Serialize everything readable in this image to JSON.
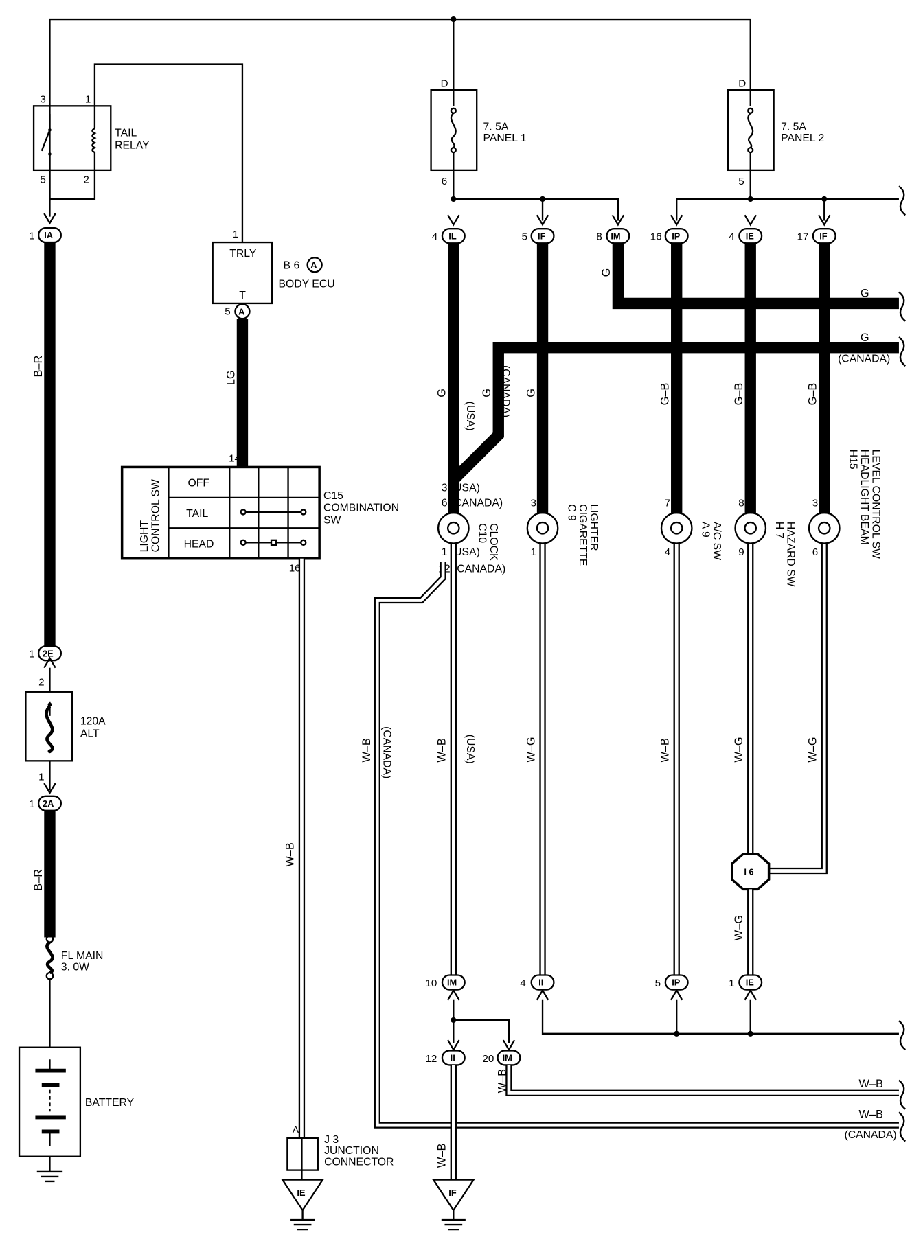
{
  "relay": {
    "label": "TAIL\nRELAY",
    "pins": {
      "p3": "3",
      "p1": "1",
      "p5": "5",
      "p2": "2"
    }
  },
  "fuses": {
    "panel1": {
      "label": "7. 5A\nPANEL 1",
      "top": "D",
      "bottom": "6"
    },
    "panel2": {
      "label": "7. 5A\nPANEL 2",
      "top": "D",
      "bottom": "5"
    },
    "alt": {
      "label": "120A\nALT",
      "top": "2",
      "bottom": "1"
    },
    "fl_main": {
      "label": "FL MAIN\n3. 0W"
    }
  },
  "battery": {
    "label": "BATTERY"
  },
  "body_ecu": {
    "box_label": "TRLY",
    "terminal": "T",
    "label": "BODY ECU",
    "connector": "B 6",
    "connector_letter": "A",
    "pin_top": "1",
    "pin_bottom": "5"
  },
  "combination_sw": {
    "label": "C15\nCOMBINATION\nSW",
    "side_label": "LIGHT\nCONTROL SW",
    "rows": [
      "OFF",
      "TAIL",
      "HEAD"
    ],
    "pin_top": "14",
    "pin_bottom": "16"
  },
  "connectors": [
    {
      "id": "IA",
      "pin": "1"
    },
    {
      "id": "2E",
      "pin": "1"
    },
    {
      "id": "2A",
      "pin": "1"
    },
    {
      "id": "IL",
      "pin": "4"
    },
    {
      "id": "IF",
      "pin": "5"
    },
    {
      "id": "IM",
      "pin": "8"
    },
    {
      "id": "IP",
      "pin": "16"
    },
    {
      "id": "IE",
      "pin": "4"
    },
    {
      "id": "IF",
      "pin": "17"
    }
  ],
  "bottom_connectors": [
    {
      "id": "IM",
      "pin": "10"
    },
    {
      "id": "II",
      "pin": "4"
    },
    {
      "id": "IP",
      "pin": "5"
    },
    {
      "id": "IE",
      "pin": "1"
    },
    {
      "id": "II",
      "pin": "12"
    },
    {
      "id": "IM",
      "pin": "20"
    }
  ],
  "components": {
    "clock": {
      "label": "C10\nCLOCK",
      "pins_top": [
        "3 (USA)",
        "6 (CANADA)"
      ],
      "pins_bottom": [
        "1 (USA)",
        "12 (CANADA)"
      ]
    },
    "cigarette": {
      "label": "C 9\nCIGARETTE\nLIGHTER",
      "pin_top": "3",
      "pin_bottom": "1"
    },
    "ac_sw": {
      "label": "A 9\nA/C SW",
      "pin_top": "7",
      "pin_bottom": "4"
    },
    "hazard_sw": {
      "label": "H 7\nHAZARD SW",
      "pin_top": "8",
      "pin_bottom": "9"
    },
    "headlight": {
      "label": "H15\nHEADLIGHT BEAM\nLEVEL CONTROL SW",
      "pin_top": "3",
      "pin_bottom": "6"
    }
  },
  "wire_labels": {
    "br": "B–R",
    "lg": "LG",
    "g": "G",
    "gb": "G–B",
    "wb": "W–B",
    "wg": "W–G",
    "usa": "(USA)",
    "canada": "(CANADA)"
  },
  "junction": {
    "label": "J 3\nJUNCTION\nCONNECTOR",
    "pin": "A"
  },
  "splice": {
    "label": "I 6"
  },
  "grounds": [
    {
      "label": "IE"
    },
    {
      "label": "IF"
    }
  ]
}
